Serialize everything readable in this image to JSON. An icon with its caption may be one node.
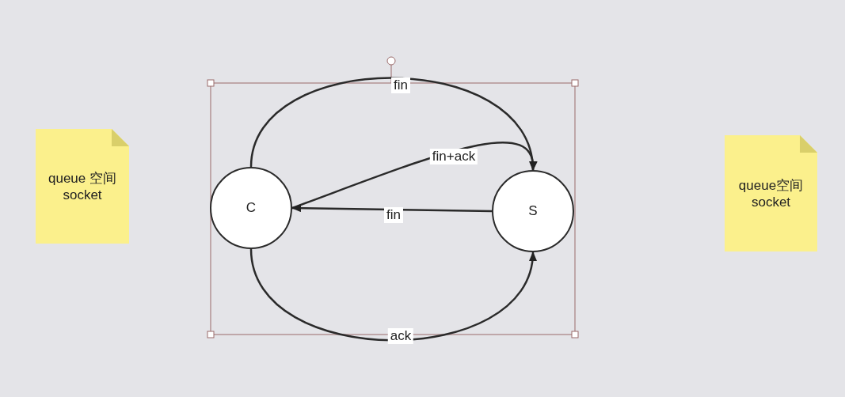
{
  "diagram": {
    "nodes": [
      {
        "text": [
          "queue 空间 socket"
        ]
      },
      {
        "text": [
          "C"
        ]
      },
      {
        "text": [
          "S"
        ]
      },
      {
        "text": [
          "queue空间 socket"
        ]
      }
    ],
    "edges": [
      {
        "from": 1,
        "to": 2,
        "arrow": "to",
        "label": "fin"
      },
      {
        "from": 1,
        "to": 2,
        "arrow": "to",
        "label": "fin+ack"
      },
      {
        "from": 2,
        "to": 1,
        "arrow": "to",
        "label": "fin"
      },
      {
        "from": 1,
        "to": 2,
        "arrow": "to",
        "label": "ack"
      }
    ]
  }
}
